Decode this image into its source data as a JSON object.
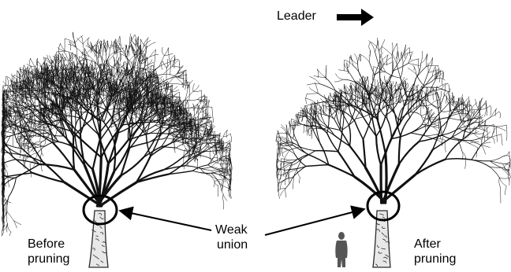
{
  "labels": {
    "leader": "Leader",
    "weak_union": [
      "Weak",
      "union"
    ],
    "before": [
      "Before",
      "pruning"
    ],
    "after": [
      "After",
      "pruning"
    ]
  },
  "colors": {
    "ink": "#111111",
    "bark": "#2a2a2a",
    "person": "#555555",
    "background": "#ffffff"
  },
  "panels": [
    {
      "name": "before-pruning-tree",
      "pruned": false
    },
    {
      "name": "after-pruning-tree",
      "pruned": true
    }
  ]
}
